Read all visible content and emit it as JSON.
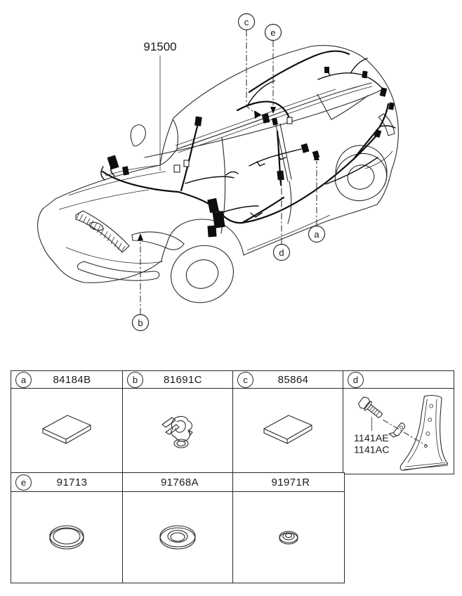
{
  "illustration": {
    "main_part": "91500",
    "callouts": [
      {
        "letter": "a"
      },
      {
        "letter": "b"
      },
      {
        "letter": "c"
      },
      {
        "letter": "d"
      },
      {
        "letter": "e"
      }
    ]
  },
  "parts_table": {
    "row1": [
      {
        "ref": "a",
        "part_number": "84184B",
        "icon": "foam-pad-icon"
      },
      {
        "ref": "b",
        "part_number": "81691C",
        "icon": "harness-clip-icon"
      },
      {
        "ref": "c",
        "part_number": "85864",
        "icon": "foam-pad-icon"
      },
      {
        "ref": "d",
        "part_number": "",
        "icon": "pillar-assembly-icon",
        "sub_parts": [
          "1141AE",
          "1141AC"
        ]
      }
    ],
    "row2": [
      {
        "ref": "e",
        "part_number": "91713",
        "icon": "grommet-large-icon"
      },
      {
        "ref": "",
        "part_number": "91768A",
        "icon": "grommet-ring-icon"
      },
      {
        "ref": "",
        "part_number": "91971R",
        "icon": "grommet-plug-icon"
      }
    ]
  },
  "colors": {
    "ink": "#1a1a1a",
    "background": "#ffffff"
  }
}
